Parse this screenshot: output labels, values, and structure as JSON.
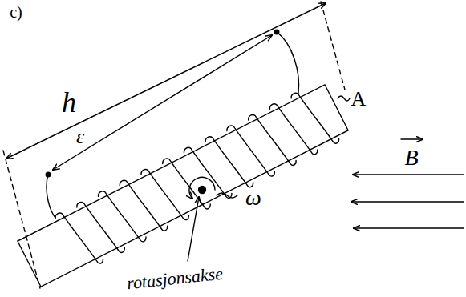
{
  "diagram": {
    "labels": [
      "c)",
      "h",
      "ε",
      "A",
      "B",
      "ω",
      "rotasjonsakse"
    ]
  }
}
